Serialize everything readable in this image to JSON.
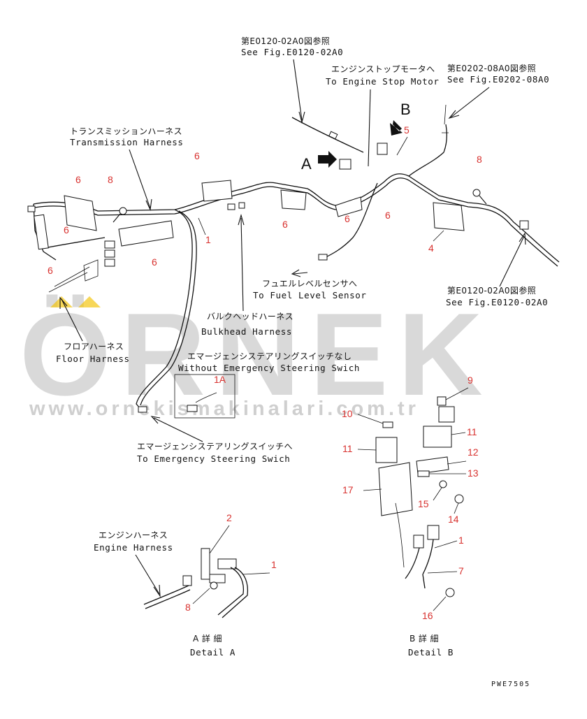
{
  "watermark": {
    "brand": "ÖRNEK",
    "url": "www.ornekismakinalari.com.tr",
    "color": "#d9d9d9",
    "accent": "#f2c200"
  },
  "refs": {
    "top_jp": "第E0120-02A0図参照",
    "top_en": "See Fig.E0120-02A0",
    "right_top_jp": "第E0202-08A0図参照",
    "right_top_en": "See Fig.E0202-08A0",
    "right_mid_jp": "第E0120-02A0図参照",
    "right_mid_en": "See Fig.E0120-02A0"
  },
  "labels": {
    "stop_motor_jp": "エンジンストップモータへ",
    "stop_motor_en": "To Engine Stop Motor",
    "trans_jp": "トランスミッションハーネス",
    "trans_en": "Transmission Harness",
    "fuel_jp": "フュエルレベルセンサへ",
    "fuel_en": "To Fuel Level Sensor",
    "bulk_jp": "バルクヘッドハーネス",
    "bulk_en": "Bulkhead Harness",
    "floor_jp": "フロアハーネス",
    "floor_en": "Floor Harness",
    "without_jp": "エマージェンシステアリングスイッチなし",
    "without_en": "Without Emergency Steering Swich",
    "emerg_jp": "エマージェンシステアリングスイッチへ",
    "emerg_en": "To Emergency Steering Swich",
    "engine_jp": "エンジンハーネス",
    "engine_en": "Engine Harness",
    "detail_a_jp": "A 詳 細",
    "detail_a_en": "Detail A",
    "detail_b_jp": "B 詳 細",
    "detail_b_en": "Detail B",
    "view_a": "A",
    "view_b": "B",
    "drawing_code": "PWE7505"
  },
  "part_numbers": {
    "p1_main": "1",
    "p1a": "1A",
    "p4": "4",
    "p5": "5",
    "p6_a": "6",
    "p6_b": "6",
    "p6_c": "6",
    "p6_d": "6",
    "p6_e": "6",
    "p6_f": "6",
    "p6_g": "6",
    "p6_h": "6",
    "p8_left": "8",
    "p8_right": "8",
    "a_p2": "2",
    "a_p1": "1",
    "a_p8": "8",
    "b_p9": "9",
    "b_p10": "10",
    "b_p11_left": "11",
    "b_p11_right": "11",
    "b_p12": "12",
    "b_p13": "13",
    "b_p14": "14",
    "b_p15": "15",
    "b_p17": "17",
    "b_p1": "1",
    "b_p7": "7",
    "b_p16": "16"
  }
}
